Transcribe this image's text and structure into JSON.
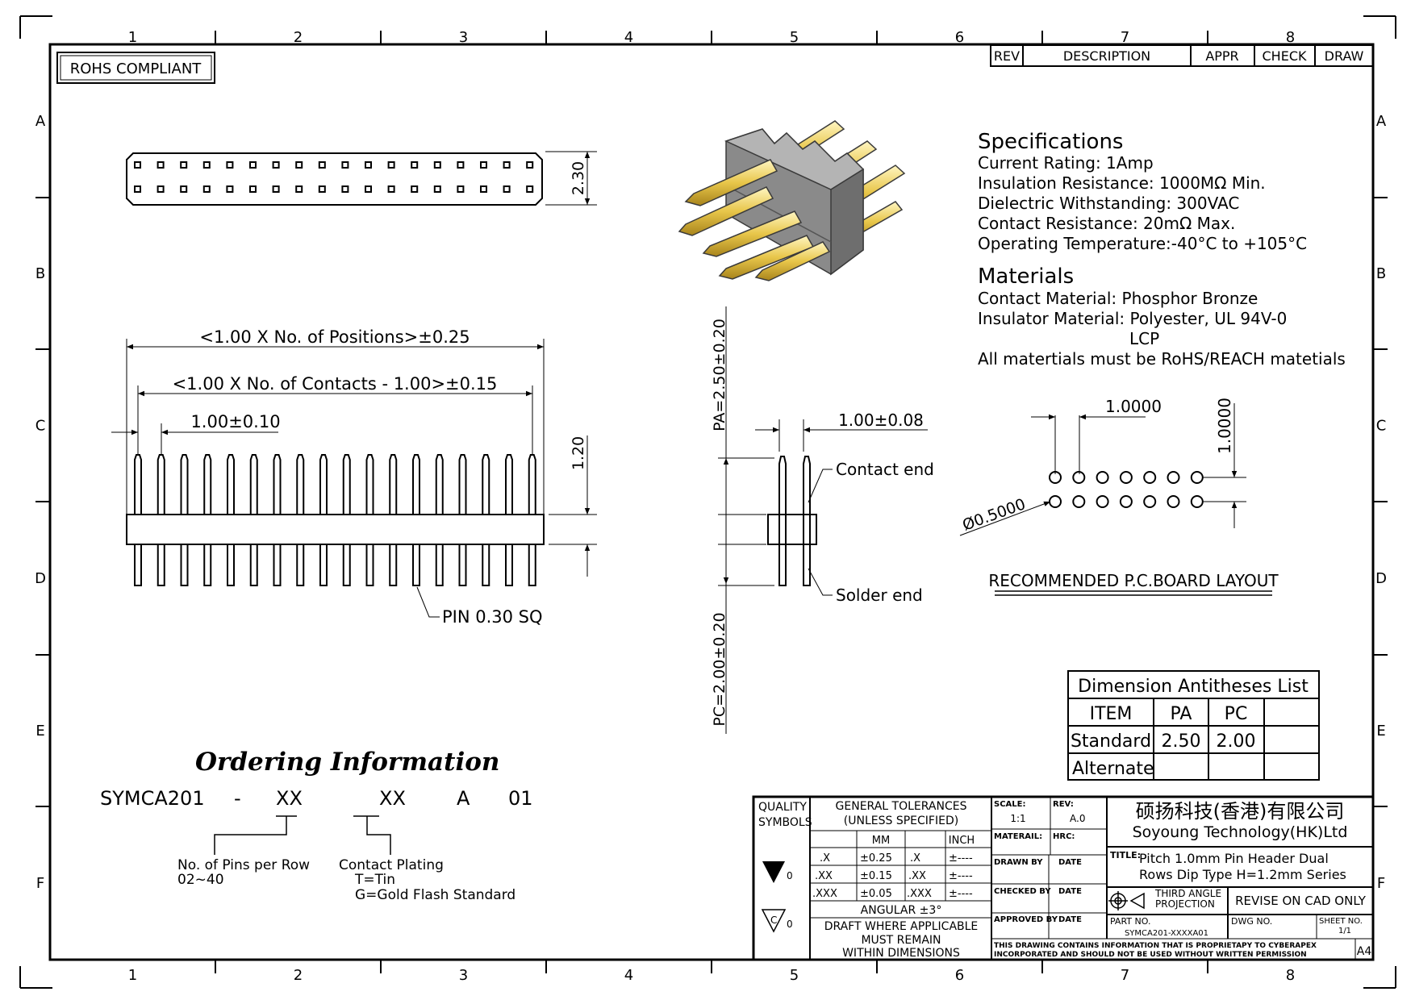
{
  "frame": {
    "col_labels": [
      "1",
      "2",
      "3",
      "4",
      "5",
      "6",
      "7",
      "8"
    ],
    "row_labels": [
      "A",
      "B",
      "C",
      "D",
      "E",
      "F"
    ]
  },
  "rohs": "ROHS COMPLIANT",
  "revision_header": {
    "rev": "REV",
    "description": "DESCRIPTION",
    "appr": "APPR",
    "check": "CHECK",
    "draw": "DRAW"
  },
  "specifications": {
    "title": "Specifications",
    "lines": [
      "Current Rating:   1Amp",
      "Insulation Resistance: 1000MΩ Min.",
      "Dielectric Withstanding:   300VAC",
      "Contact Resistance:   20mΩ Max.",
      "Operating Temperature:-40°C to +105°C"
    ]
  },
  "materials": {
    "title": "Materials",
    "lines": [
      "Contact Material: Phosphor Bronze",
      "Insulator Material: Polyester, UL 94V-0",
      "LCP",
      "All matertials must be RoHS/REACH matetials"
    ]
  },
  "top_view": {
    "height_dim": "2.30"
  },
  "front_view": {
    "overall_dim": "<1.00 X No. of Positions>±0.25",
    "contacts_dim": "<1.00 X No. of Contacts - 1.00>±0.15",
    "pitch_dim": "1.00±0.10",
    "body_dim": "1.20",
    "pin_note": "PIN 0.30 SQ"
  },
  "side_view": {
    "pa_dim": "PA=2.50±0.20",
    "pc_dim": "PC=2.00±0.20",
    "pin_pitch_dim": "1.00±0.08",
    "contact_end": "Contact end",
    "solder_end": "Solder end"
  },
  "pcb_layout": {
    "pitch_x": "1.0000",
    "pitch_y": "1.0000",
    "hole_dia": "Ø0.5000",
    "title": "RECOMMENDED P.C.BOARD LAYOUT"
  },
  "dimension_list": {
    "title": "Dimension Antitheses List",
    "headers": [
      "ITEM",
      "PA",
      "PC",
      ""
    ],
    "rows": [
      [
        "Standard",
        "2.50",
        "2.00",
        ""
      ],
      [
        "Alternate",
        "",
        "",
        ""
      ]
    ]
  },
  "ordering": {
    "title": "Ordering Information",
    "part_code": [
      "SYMCA201",
      "-",
      "XX",
      "XX",
      "A",
      "01"
    ],
    "pins_label": "No. of Pins per Row",
    "pins_range": "02~40",
    "plating_label": "Contact Plating",
    "plating_tin": "T=Tin",
    "plating_gold": "G=Gold Flash Standard"
  },
  "title_block": {
    "quality": "QUALITY",
    "symbols": "SYMBOLS",
    "sym_sub": "0",
    "sym_letter": "C",
    "general_tol": "GENERAL TOLERANCES",
    "unless": "(UNLESS SPECIFIED)",
    "mm": "MM",
    "inch": "INCH",
    "tol_rows": [
      [
        ".X",
        "±0.25",
        ".X",
        "±----"
      ],
      [
        ".XX",
        "±0.15",
        ".XX",
        "±----"
      ],
      [
        ".XXX",
        "±0.05",
        ".XXX",
        "±----"
      ]
    ],
    "angular": "ANGULAR ±3°",
    "draft1": "DRAFT WHERE APPLICABLE",
    "draft2": "MUST REMAIN",
    "draft3": "WITHIN DIMENSIONS",
    "scale_label": "SCALE:",
    "scale": "1:1",
    "rev_label": "REV:",
    "rev": "A.0",
    "material_label": "MATERAIL:",
    "hrc_label": "HRC:",
    "drawn_label": "DRAWN BY",
    "checked_label": "CHECKED BY",
    "approved_label": "APPROVED BY",
    "date_label": "DATE",
    "company_cn": "硕扬科技(香港)有限公司",
    "company_en": "Soyoung Technology(HK)Ltd",
    "title_label": "TITLE:",
    "title1": "Pitch 1.0mm Pin Header Dual",
    "title2": "Rows Dip Type H=1.2mm Series",
    "projection1": "THIRD ANGLE",
    "projection2": "PROJECTION",
    "revise": "REVISE ON CAD ONLY",
    "part_no_label": "PART NO.",
    "part_no": "SYMCA201-XXXXA01",
    "dwg_no_label": "DWG NO.",
    "sheet_label": "SHEET NO.",
    "sheet": "1/1",
    "notice1": "THIS DRAWING CONTAINS INFORMATION THAT IS PROPRIETAPY TO CYBERAPEX",
    "notice2": "INCORPORATED AND SHOULD NOT BE USED WITHOUT WRITTEN PERMISSION",
    "size": "A4"
  }
}
